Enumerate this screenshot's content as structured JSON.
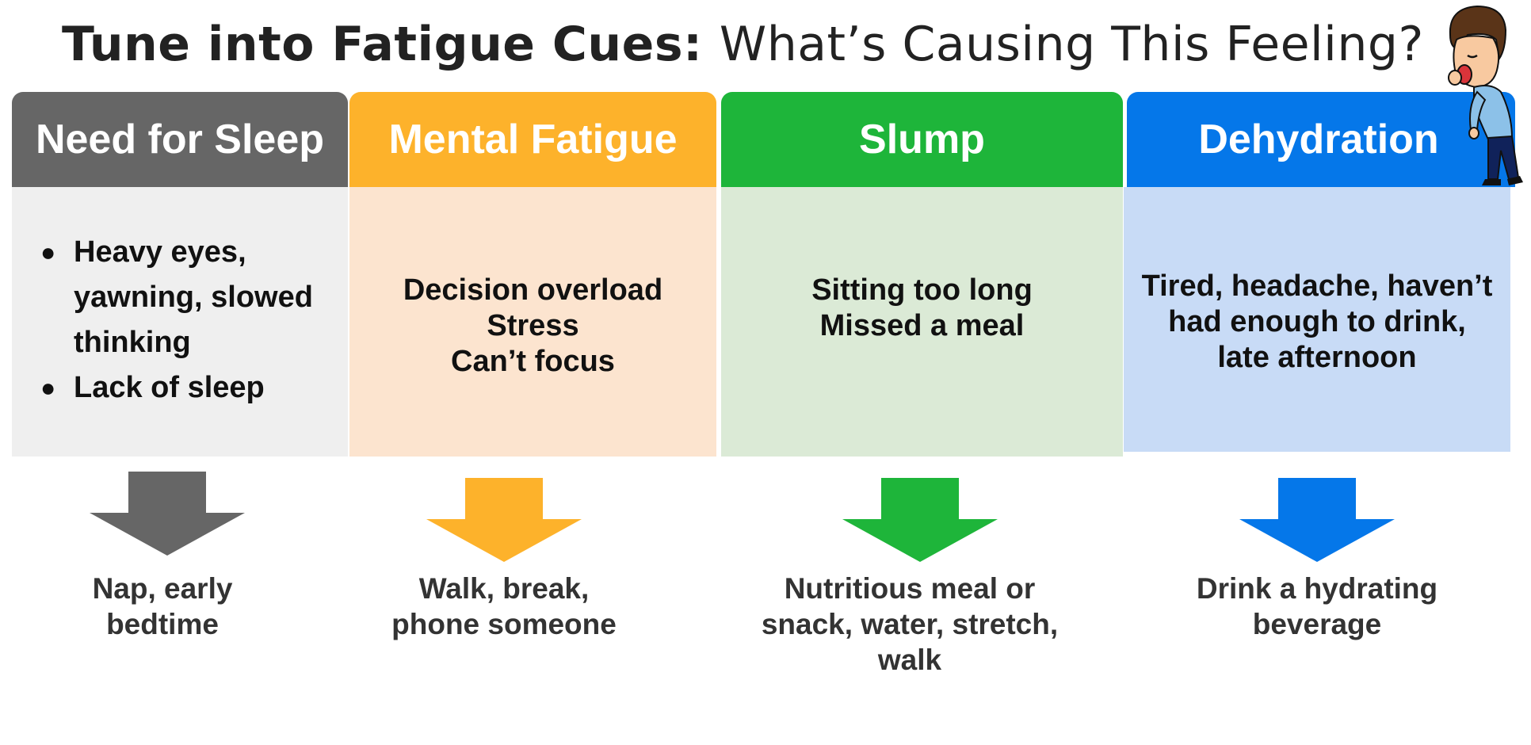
{
  "title": {
    "bold": "Tune into Fatigue Cues:",
    "light": "What’s Causing This Feeling?"
  },
  "colors": {
    "sleep": "#666666",
    "sleep_bg": "#efefef",
    "mental": "#fdb22b",
    "mental_bg": "#fce4cf",
    "slump": "#1eb53a",
    "slump_bg": "#dbead6",
    "dehydration": "#0577e9",
    "dehydration_bg": "#c8dbf6"
  },
  "columns": [
    {
      "header": "Need for Sleep",
      "bullets": [
        "Heavy eyes,",
        "yawning, slowed",
        "thinking",
        "Lack of sleep"
      ],
      "action_lines": [
        "Nap, early",
        "bedtime"
      ]
    },
    {
      "header": "Mental Fatigue",
      "lines": [
        "Decision overload",
        "Stress",
        "Can’t focus"
      ],
      "action_lines": [
        "Walk, break,",
        "phone someone"
      ]
    },
    {
      "header": "Slump",
      "lines": [
        "Sitting too long",
        "Missed a meal"
      ],
      "action_lines": [
        "Nutritious meal or",
        "snack, water, stretch,",
        "walk"
      ]
    },
    {
      "header": "Dehydration",
      "lines": [
        "Tired, headache, haven’t",
        "had enough to drink,",
        "late afternoon"
      ],
      "action_lines": [
        "Drink a hydrating",
        "beverage"
      ]
    }
  ],
  "icons": {
    "arrow": "down-arrow-icon",
    "person": "yawning-person-icon"
  }
}
